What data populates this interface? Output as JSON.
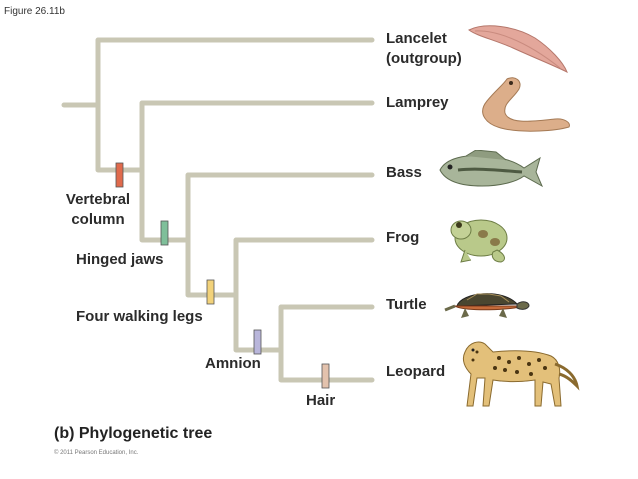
{
  "figure_label": "Figure 26.11b",
  "taxa": {
    "lancelet_line1": "Lancelet",
    "lancelet_line2": "(outgroup)",
    "lamprey": "Lamprey",
    "bass": "Bass",
    "frog": "Frog",
    "turtle": "Turtle",
    "leopard": "Leopard"
  },
  "traits": {
    "vertebral_line1": "Vertebral",
    "vertebral_line2": "column",
    "hinged_jaws": "Hinged jaws",
    "four_walking_legs": "Four walking legs",
    "amnion": "Amnion",
    "hair": "Hair"
  },
  "caption": "(b) Phylogenetic tree",
  "copyright": "© 2011 Pearson Education, Inc.",
  "colors": {
    "branch": "#c9c7b4",
    "vertebral_marker": "#e06a4c",
    "jaws_marker": "#7fbf9a",
    "legs_marker": "#f2d27a",
    "amnion_marker": "#b9b6db",
    "hair_marker": "#e3c2ad"
  }
}
